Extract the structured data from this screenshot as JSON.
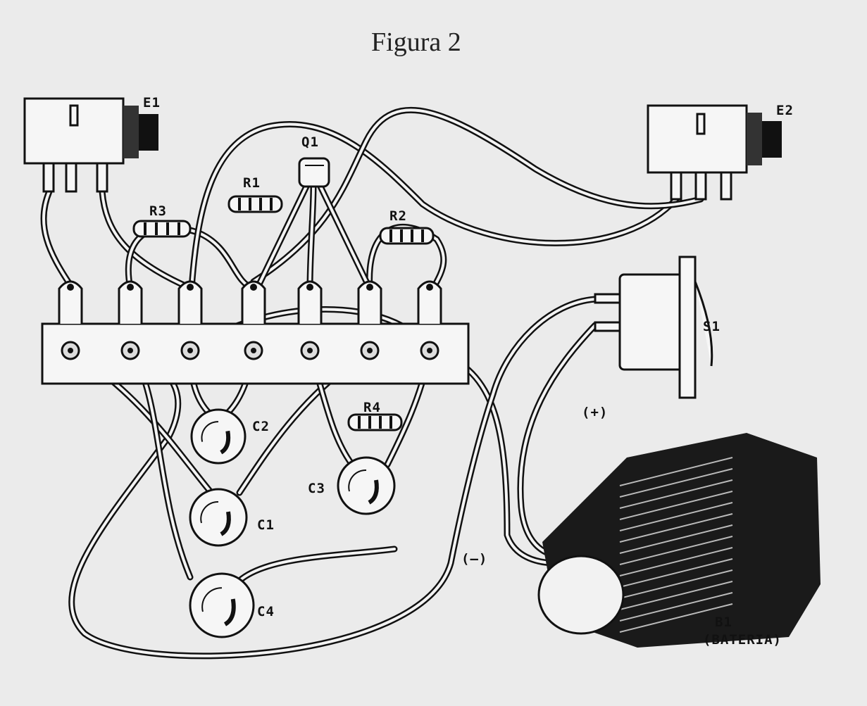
{
  "title": "Figura 2",
  "labels": {
    "e1": "E1",
    "e2": "E2",
    "q1": "Q1",
    "r1": "R1",
    "r2": "R2",
    "r3": "R3",
    "r4": "R4",
    "c1": "C1",
    "c2": "C2",
    "c3": "C3",
    "c4": "C4",
    "s1": "S1",
    "plus": "(+)",
    "minus": "(–)",
    "b1": "B1",
    "bateria": "(BATERIA)"
  }
}
